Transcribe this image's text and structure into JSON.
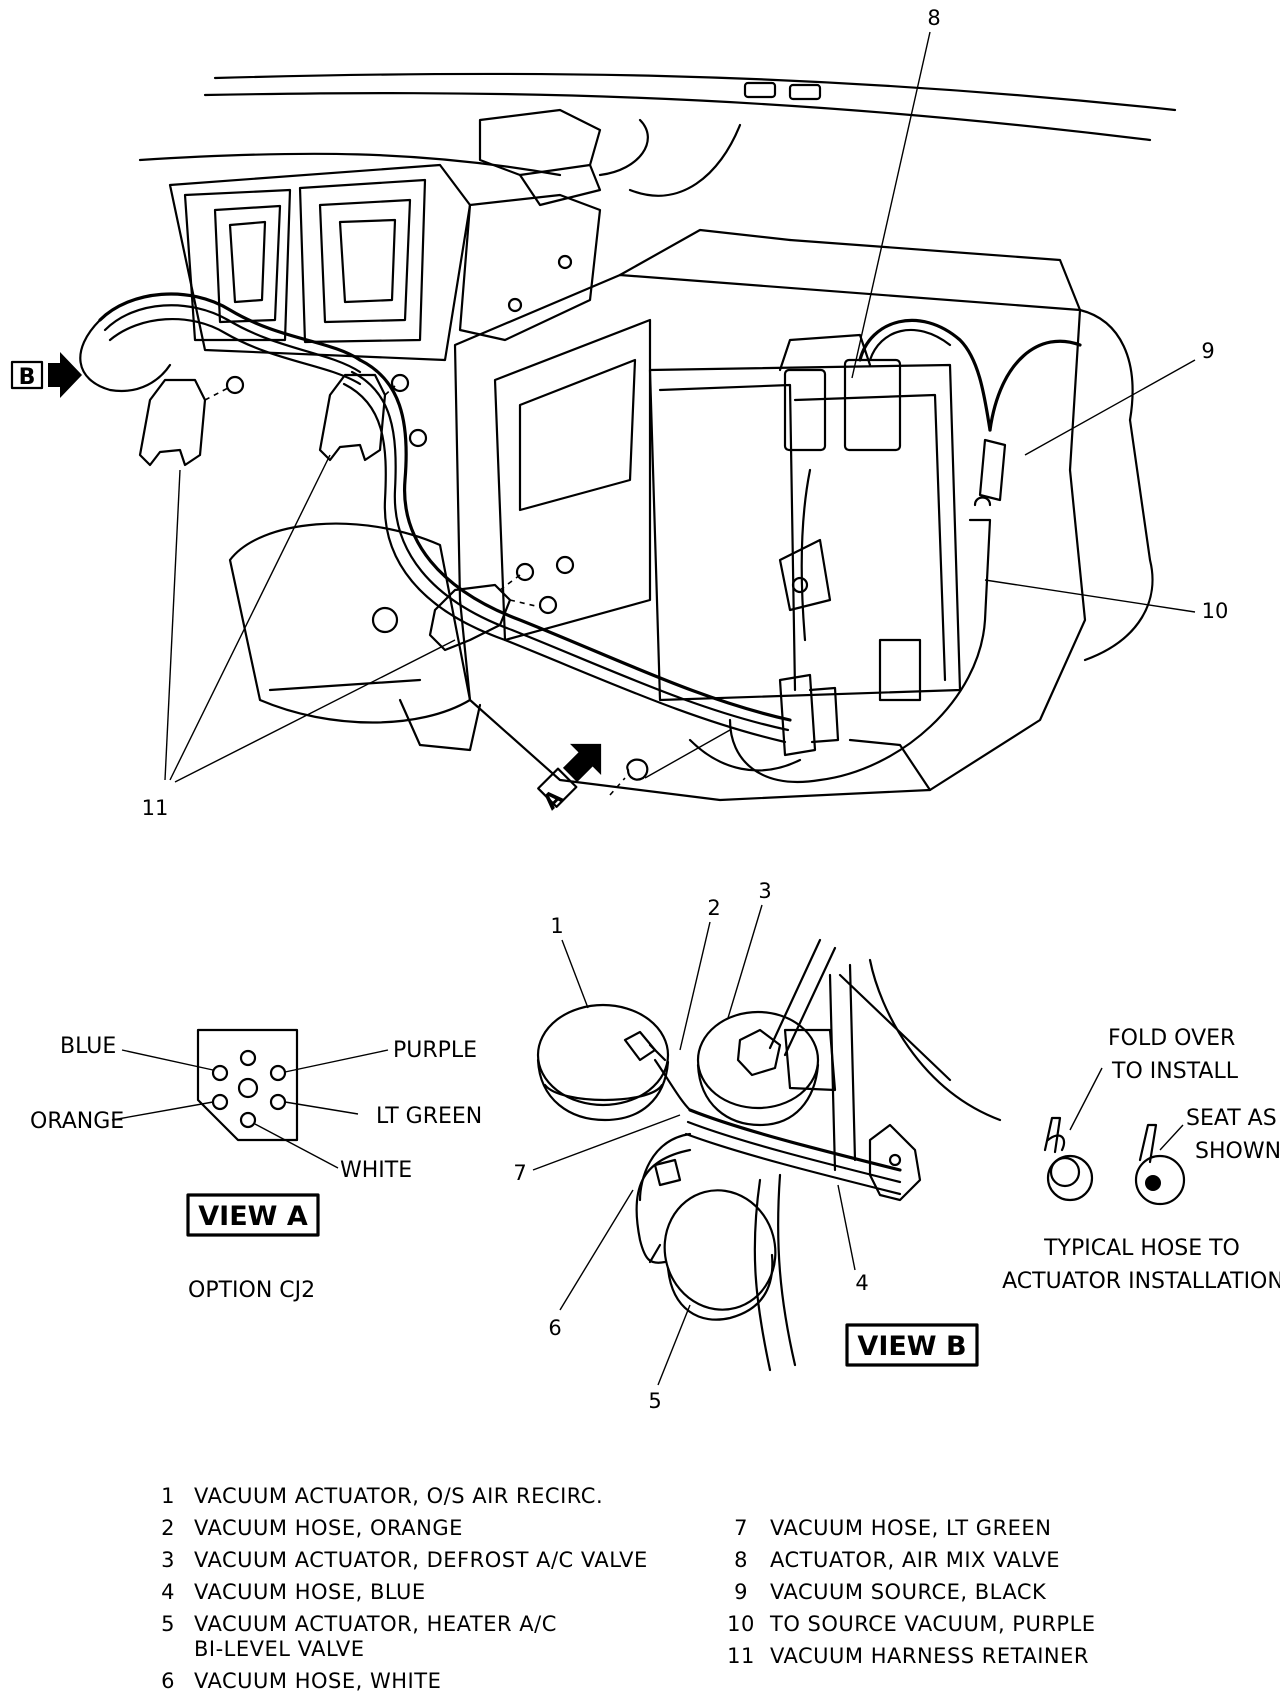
{
  "callouts": {
    "c1": "1",
    "c2": "2",
    "c3": "3",
    "c4": "4",
    "c5": "5",
    "c6": "6",
    "c7": "7",
    "c8": "8",
    "c9": "9",
    "c10": "10",
    "c11": "11"
  },
  "arrows": {
    "b": "B",
    "a": "A"
  },
  "view_a": {
    "title": "VIEW A",
    "option": "OPTION CJ2",
    "colors": {
      "blue": "BLUE",
      "orange": "ORANGE",
      "purple": "PURPLE",
      "lt_green": "LT GREEN",
      "white": "WHITE"
    }
  },
  "view_b": {
    "title": "VIEW B"
  },
  "install_note": {
    "fold_1": "FOLD OVER",
    "fold_2": "TO INSTALL",
    "seat_1": "SEAT AS",
    "seat_2": "SHOWN",
    "cap_1": "TYPICAL HOSE TO",
    "cap_2": "ACTUATOR INSTALLATION"
  },
  "legend": {
    "left": [
      {
        "num": "1",
        "text": "VACUUM ACTUATOR, O/S AIR RECIRC."
      },
      {
        "num": "2",
        "text": "VACUUM HOSE, ORANGE"
      },
      {
        "num": "3",
        "text": "VACUUM ACTUATOR, DEFROST A/C VALVE"
      },
      {
        "num": "4",
        "text": "VACUUM HOSE, BLUE"
      },
      {
        "num": "5",
        "text": "VACUUM ACTUATOR, HEATER A/C",
        "text2": "BI-LEVEL VALVE"
      },
      {
        "num": "6",
        "text": "VACUUM HOSE, WHITE"
      }
    ],
    "right": [
      {
        "num": "7",
        "text": "VACUUM HOSE, LT GREEN"
      },
      {
        "num": "8",
        "text": "ACTUATOR, AIR MIX VALVE"
      },
      {
        "num": "9",
        "text": "VACUUM SOURCE, BLACK"
      },
      {
        "num": "10",
        "text": "TO SOURCE VACUUM, PURPLE"
      },
      {
        "num": "11",
        "text": "VACUUM HARNESS RETAINER"
      }
    ]
  }
}
